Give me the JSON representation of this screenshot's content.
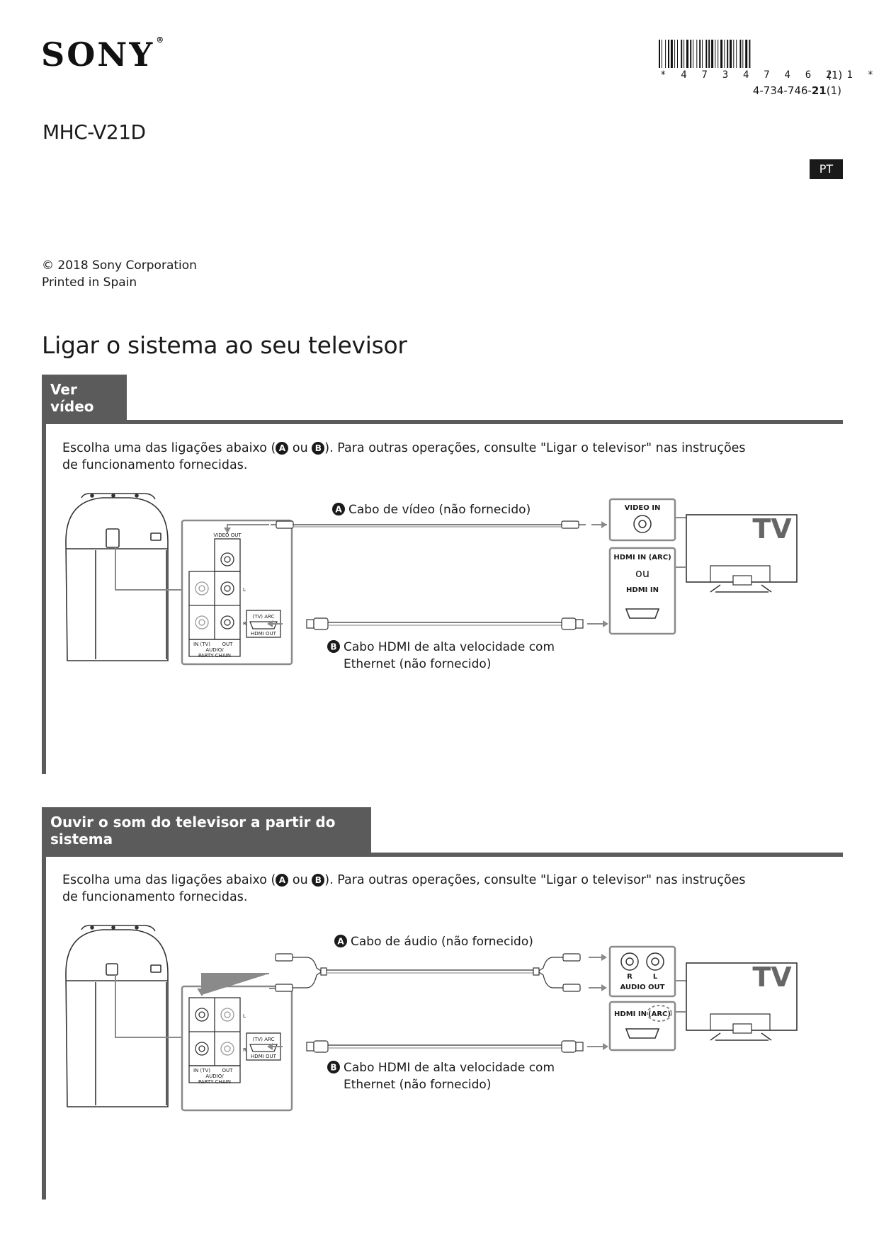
{
  "header": {
    "brand": "SONY",
    "registered": "®",
    "barcode_digits": "* 4 7 3 4 7 4 6 2 1 *",
    "barcode_suffix": "(1)",
    "part_number_prefix": "4-734-746-",
    "part_number_bold": "21",
    "part_number_suffix": "(1)",
    "model": "MHC-V21D",
    "language_badge": "PT",
    "copyright_line1": "© 2018 Sony Corporation",
    "copyright_line2": "Printed in Spain"
  },
  "page_title": "Ligar o sistema ao seu televisor",
  "sections": [
    {
      "tab": "Ver vídeo",
      "instruction_pre": "Escolha uma das ligações abaixo (",
      "mark_a": "A",
      "instruction_mid": " ou ",
      "mark_b": "B",
      "instruction_post": "). Para outras operações, consulte \"Ligar o televisor\" nas instruções",
      "instruction_line2": "de funcionamento fornecidas.",
      "diagram": {
        "cable_a": "Cabo de vídeo (não fornecido)",
        "cable_b_line1": "Cabo HDMI de alta velocidade com",
        "cable_b_line2": "Ethernet (não fornecido)",
        "tv_label": "TV",
        "tv_port_video": "VIDEO IN",
        "tv_port_hdmi_arc": "HDMI IN (ARC)",
        "tv_port_or": "ou",
        "tv_port_hdmi": "HDMI IN",
        "panel_video_out": "VIDEO OUT",
        "panel_tv_arc": "(TV) ARC",
        "panel_hdmi_out": "HDMI OUT",
        "panel_in_tv": "IN (TV)",
        "panel_out": "OUT",
        "panel_audio_party_1": "AUDIO/",
        "panel_audio_party_2": "PARTY CHAIN",
        "panel_l": "L",
        "panel_r": "R"
      }
    },
    {
      "tab": "Ouvir o som do televisor a partir do sistema",
      "instruction_pre": "Escolha uma das ligações abaixo (",
      "mark_a": "A",
      "instruction_mid": " ou ",
      "mark_b": "B",
      "instruction_post": "). Para outras operações, consulte \"Ligar o televisor\" nas instruções",
      "instruction_line2": "de funcionamento fornecidas.",
      "diagram": {
        "cable_a": "Cabo de áudio (não fornecido)",
        "cable_b_line1": "Cabo HDMI de alta velocidade com",
        "cable_b_line2": "Ethernet (não fornecido)",
        "tv_label": "TV",
        "tv_port_r": "R",
        "tv_port_l": "L",
        "tv_port_audio_out": "AUDIO OUT",
        "tv_port_hdmi_in": "HDMI IN",
        "tv_port_arc": "(ARC)",
        "panel_tv_arc": "(TV) ARC",
        "panel_hdmi_out": "HDMI OUT",
        "panel_in_tv": "IN (TV)",
        "panel_out": "OUT",
        "panel_audio_party_1": "AUDIO/",
        "panel_audio_party_2": "PARTY CHAIN",
        "panel_l": "L",
        "panel_r": "R"
      }
    }
  ],
  "colors": {
    "section_gray": "#5b5b5b",
    "line_gray": "#8a8a8a",
    "text": "#1a1a1a"
  }
}
